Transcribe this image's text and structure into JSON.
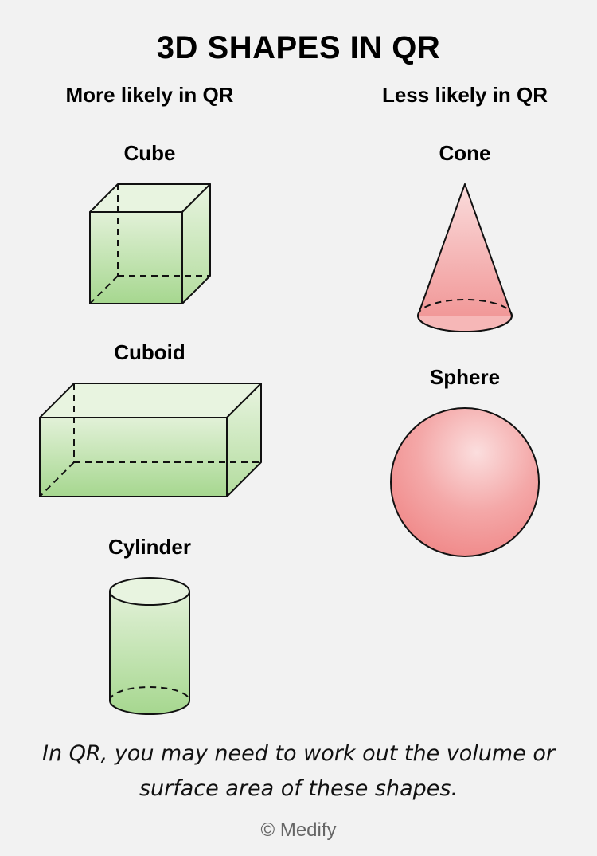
{
  "title": "3D SHAPES IN QR",
  "columns": {
    "left_heading": "More likely in QR",
    "right_heading": "Less likely in QR"
  },
  "shapes": {
    "cube": "Cube",
    "cuboid": "Cuboid",
    "cylinder": "Cylinder",
    "cone": "Cone",
    "sphere": "Sphere"
  },
  "caption": "In QR, you may need to work out the volume or surface area of these shapes.",
  "credit": "© Medify",
  "colors": {
    "background": "#f2f2f2",
    "green_light": "#e2f1d8",
    "green_dark": "#a6d78f",
    "pink_light": "#f9d6d6",
    "pink_dark": "#f08e8e",
    "outline": "#111111"
  }
}
